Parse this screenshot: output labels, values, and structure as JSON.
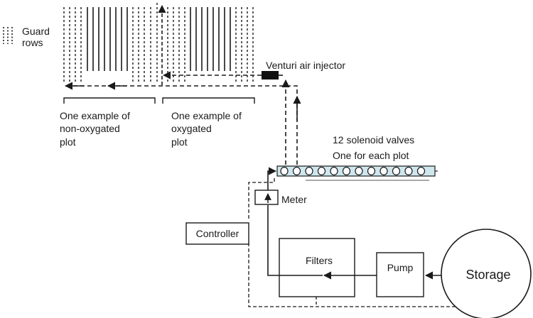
{
  "legend": {
    "line1": "Guard",
    "line2": "rows"
  },
  "labels": {
    "venturi": "Venturi air injector",
    "solenoid_line1": "12 solenoid valves",
    "solenoid_line2": "One for each plot",
    "non_oxy_line1": "One example of",
    "non_oxy_line2": "non-oxygated",
    "non_oxy_line3": "plot",
    "oxy_line1": "One example of",
    "oxy_line2": "oxygated",
    "oxy_line3": "plot",
    "meter": "Meter",
    "controller": "Controller",
    "filters": "Filters",
    "pump": "Pump",
    "storage": "Storage"
  },
  "colors": {
    "line": "#1a1a1a",
    "valve_fill": "#cfe6ee",
    "venturi": "#111111"
  },
  "valve_count": 12
}
